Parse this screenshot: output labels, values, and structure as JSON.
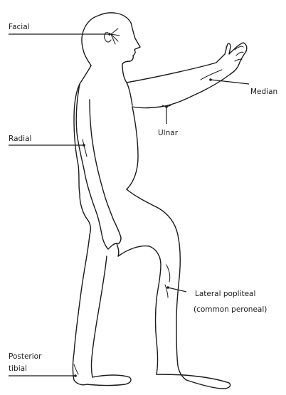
{
  "labels": {
    "facial": "Facial",
    "median": "Median",
    "ulnar": "Ulnar",
    "radial": "Radial",
    "lateral_popliteal_1": "Lateral popliteal",
    "lateral_popliteal_2": "(common peroneal)",
    "posterior_tibial_1": "Posterior",
    "posterior_tibial_2": "tibial"
  }
}
